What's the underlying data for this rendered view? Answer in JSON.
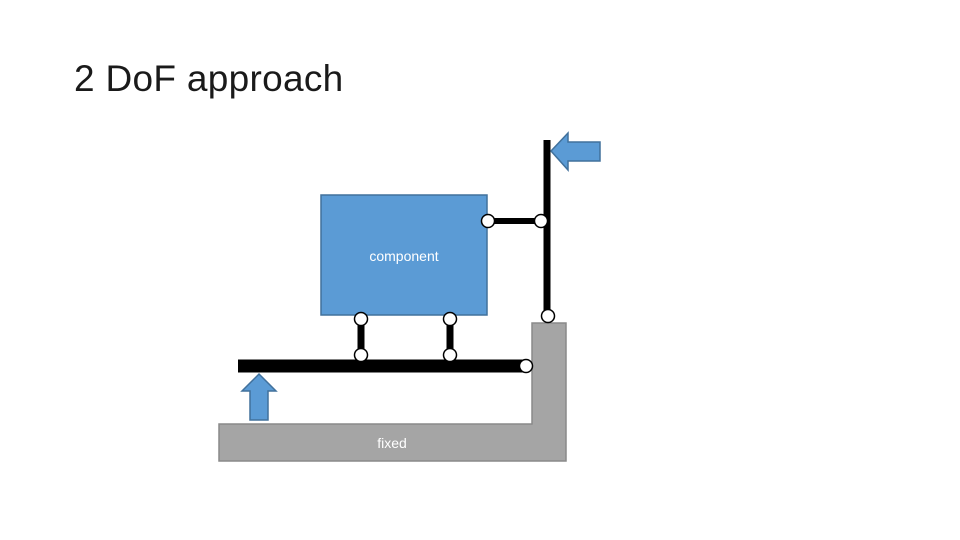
{
  "slide": {
    "title": "2 DoF approach"
  },
  "diagram": {
    "component_label": "component",
    "fixed_label": "fixed",
    "colors": {
      "component_fill": "#5b9bd5",
      "component_stroke": "#41719c",
      "fixed_fill": "#a5a5a5",
      "fixed_stroke": "#8a8a8a",
      "link": "#000000",
      "joint_fill": "#ffffff",
      "arrow_fill": "#5b9bd5",
      "arrow_stroke": "#41719c",
      "component_text": "#ffffff",
      "fixed_text": "#ffffff"
    },
    "icons": {
      "force_left": "arrow-left-icon",
      "force_up": "arrow-up-icon"
    }
  }
}
